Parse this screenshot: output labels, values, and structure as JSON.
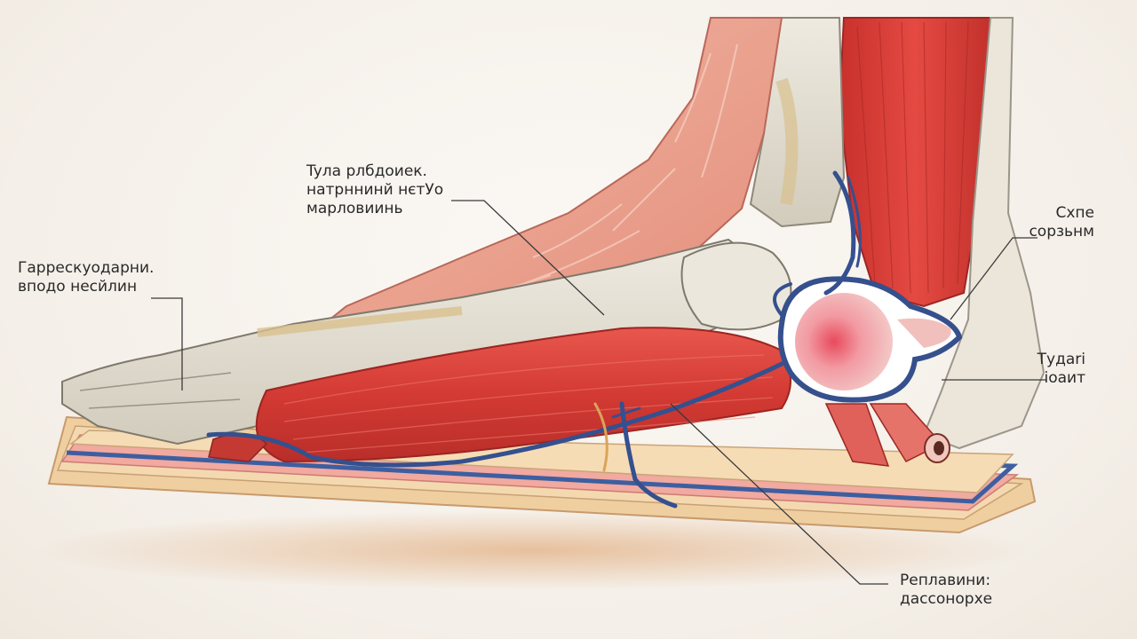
{
  "labels": {
    "top_center": {
      "line1": "Tyла рлбдоиeк.",
      "line2": "натрннинй нєтУо",
      "line3": "марловиинь"
    },
    "left": {
      "line1": "Гарреcкyодарни.",
      "line2": "вподо несйлин"
    },
    "top_right": {
      "line1": "Cxпе",
      "line2": "сорзьнм"
    },
    "mid_right": {
      "line1": "Тудаrі",
      "line2": "іоаит"
    },
    "bottom_right": {
      "line1": "Реплавини:",
      "line2": "даcсонорхе"
    }
  },
  "colors": {
    "muscle_red": "#d8403a",
    "bone": "#e6e2d6",
    "vein_blue": "#3a5a9a",
    "skin_pink": "#e8a08a",
    "fat_yellow": "#f0cf9a",
    "leader_line": "#3a3a3a"
  }
}
